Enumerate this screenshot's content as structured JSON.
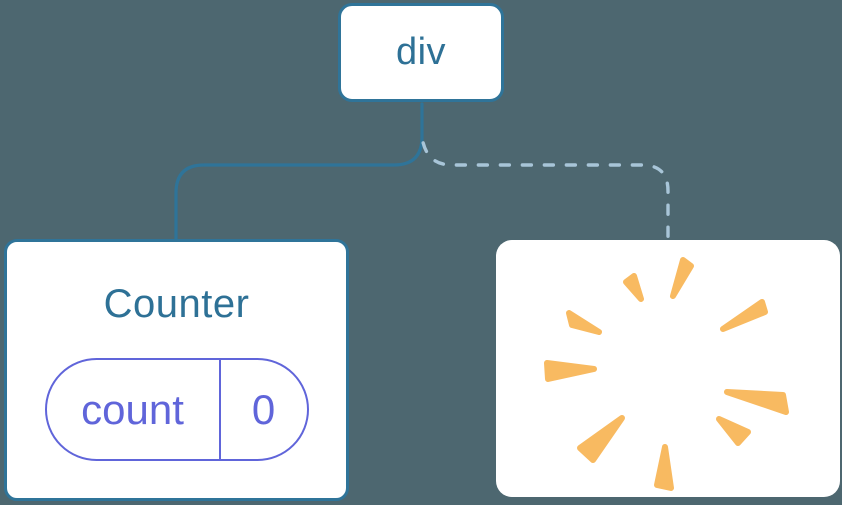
{
  "diagram": {
    "root": {
      "label": "div"
    },
    "counter": {
      "title": "Counter",
      "state": {
        "key": "count",
        "value": "0"
      }
    },
    "removed": {
      "icon": "poof-icon"
    }
  },
  "colors": {
    "background": "#4D6770",
    "line_solid": "#2F7499",
    "line_dashed": "#A8C5D8",
    "node_border": "#2F7499",
    "node_bg": "#FFFFFF",
    "title_text": "#2E7196",
    "state_accent": "#6065DA",
    "poof": "#F8BA61"
  }
}
